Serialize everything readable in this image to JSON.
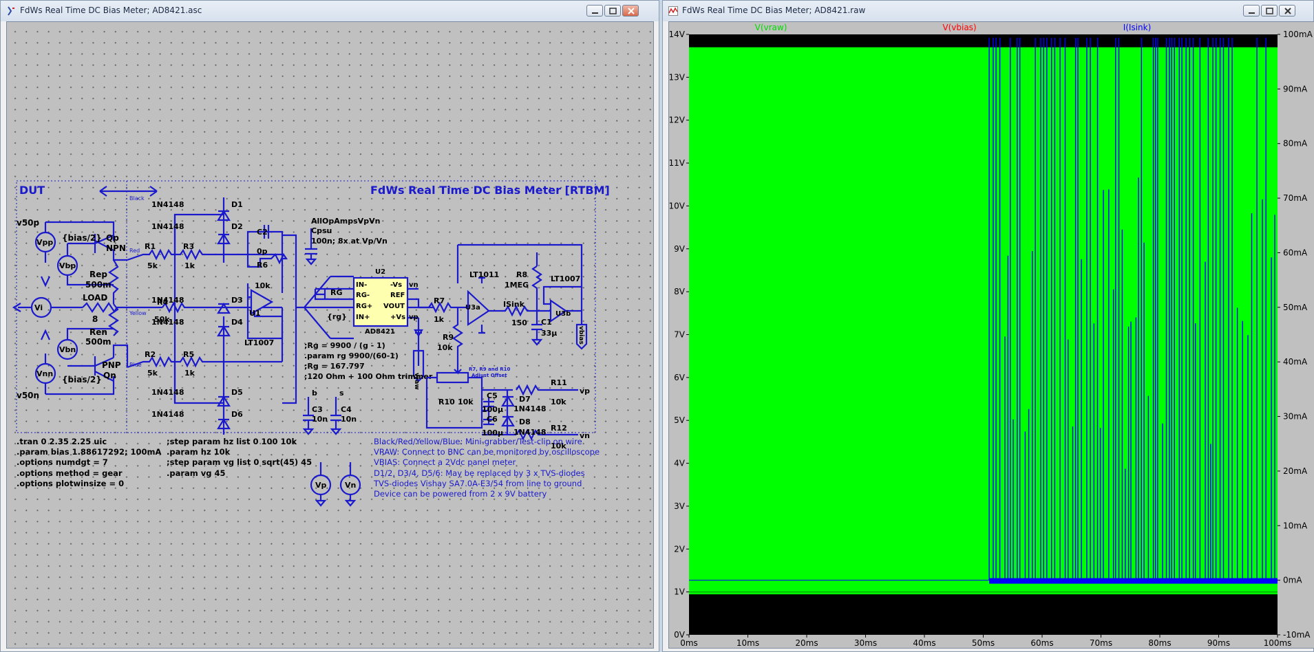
{
  "left_window": {
    "title": "FdWs Real Time DC Bias Meter; AD8421.asc",
    "schematic": {
      "frame_labels": {
        "dut": "DUT",
        "title": "FdWs Real Time DC Bias Meter [RTBM]"
      },
      "arrow_labels": {
        "black": "Black",
        "red": "Red",
        "yellow": "Yellow",
        "blue": "Blue"
      },
      "dut": {
        "v50p": "v50p",
        "v50n": "v50n",
        "vpp": "Vpp",
        "vbp": "Vbp",
        "vi": "Vi",
        "vbn": "Vbn",
        "vnn": "Vnn",
        "bias_top": "{bias/2}",
        "bias_bot": "{bias/2}",
        "qp": "Qp",
        "npn": "NPN",
        "pnp": "PNP",
        "qn": "Qn",
        "rep": "Rep",
        "rep_val": "500m",
        "load": "LOAD",
        "load_val": "8",
        "ren": "Ren",
        "ren_val": "500m"
      },
      "parts": {
        "r1": "R1",
        "r1v": "5k",
        "r2": "R2",
        "r2v": "5k",
        "r3": "R3",
        "r3v": "1k",
        "r4": "R4",
        "r4v": "50k",
        "r5": "R5",
        "r5v": "1k",
        "r6": "R6",
        "r6v": "10k",
        "c2": "C2",
        "c2v": "0p",
        "d1": "D1",
        "d2": "D2",
        "d3": "D3",
        "d4": "D4",
        "d5": "D5",
        "d6": "D6",
        "diode": "1N4148",
        "u1": "U1",
        "u1t": "LT1007",
        "vp": "vp",
        "vn": "vn",
        "cpsu_note": "AllOpAmpsVpVn",
        "cpsu": "Cpsu",
        "cpsu_val": "100n; 8x at Vp/Vn",
        "u2": "U2",
        "u2t": "AD8421",
        "pin_inm": "IN-",
        "pin_rgm": "RG-",
        "pin_rgp": "RG+",
        "pin_inp": "IN+",
        "pin_vsm": "-Vs",
        "pin_ref": "REF",
        "pin_vout": "VOUT",
        "pin_vsp": "+Vs",
        "rg": "RG",
        "rgv": "{rg}",
        "r7": "R7",
        "r7v": "1k",
        "r9": "R9",
        "r9v": "10k",
        "u3a": "U3a",
        "lt1011": "LT1011",
        "r8": "R8",
        "r8v": "1MEG",
        "isink": "ISink",
        "isink_v": "150",
        "c1": "C1",
        "c1v": "33µ",
        "u3b": "U3b",
        "lt1007b": "LT1007",
        "vraw": "vraw",
        "vbias": "vbias",
        "trim_note1": "R7, R9 and R10",
        "trim_note2": "Adjust Offset",
        "r10": "R10",
        "r10v": "10k",
        "c5": "C5",
        "c5v": "100µ",
        "c6": "C6",
        "c6v": "100µ",
        "d7": "D7",
        "d8": "D8",
        "r11": "R11",
        "r11v": "10k",
        "r12": "R12",
        "r12v": "10k",
        "c3": "C3",
        "c3v": "10n",
        "c4": "C4",
        "c4v": "10n",
        "b": "b",
        "s": "s"
      },
      "rg_notes": [
        ";Rg = 9900 / (g - 1)",
        ".param rg 9900/(60-1)",
        ";Rg = 167.797",
        ";120 Ohm + 100 Ohm trimmer"
      ],
      "directives_left": [
        ".tran 0 2.35 2.25 uic",
        ".param bias 1.88617292; 100mA",
        ".options numdgt = 7",
        ".options method = gear",
        ".options plotwinsize = 0"
      ],
      "directives_mid": [
        ";step param hz list 0 100 10k",
        ".param hz 10k",
        ";step param vg list 0 sqrt(45) 45",
        ".param vg 45"
      ],
      "notes_right": [
        "Black/Red/Yellow/Blue: Mini-grabber/Test-clip on wire",
        "VRAW: Connect to BNC can be monitored by oscilloscope",
        "VBIAS: Connect a 2Vdc panel meter",
        "D1/2, D3/4, D5/6: May be replaced by 3 x TVS-diodes",
        "TVS-diodes Vishay SA7.0A-E3/54 from line to ground",
        "Device can be powered from 2 x 9V battery"
      ],
      "supplies": {
        "vp": "Vp",
        "vn": "Vn"
      }
    }
  },
  "right_window": {
    "title": "FdWs Real Time DC Bias Meter; AD8421.raw",
    "plot": {
      "traces": [
        {
          "name": "V(vraw)",
          "color": "#00ff00"
        },
        {
          "name": "V(vbias)",
          "color": "#ff0000"
        },
        {
          "name": "I(Isink)",
          "color": "#0000ff"
        }
      ],
      "left_ticks": [
        "14V",
        "13V",
        "12V",
        "11V",
        "10V",
        "9V",
        "8V",
        "7V",
        "6V",
        "5V",
        "4V",
        "3V",
        "2V",
        "1V",
        "0V"
      ],
      "right_ticks": [
        "100mA",
        "90mA",
        "80mA",
        "70mA",
        "60mA",
        "50mA",
        "40mA",
        "30mA",
        "20mA",
        "10mA",
        "0mA",
        "-10mA"
      ],
      "x_ticks": [
        "0ms",
        "10ms",
        "20ms",
        "30ms",
        "40ms",
        "50ms",
        "60ms",
        "70ms",
        "80ms",
        "90ms",
        "100ms"
      ],
      "vraw_level_v": 13.7,
      "vbias_level_v": 1.0,
      "isink_onset_ms": 51,
      "isink_peak_ma": 100
    }
  }
}
